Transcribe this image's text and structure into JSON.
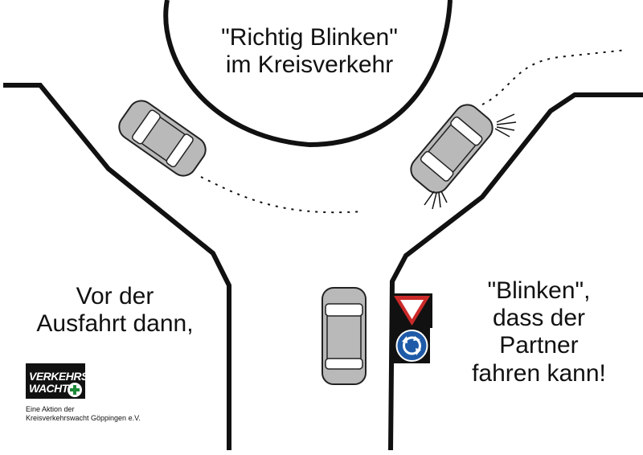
{
  "title": {
    "line1": "\"Richtig Blinken\"",
    "line2": "im Kreisverkehr"
  },
  "left_text": {
    "line1": "Vor der",
    "line2": "Ausfahrt dann,"
  },
  "right_text": {
    "line1": "\"Blinken\",",
    "line2": "dass der",
    "line3": "Partner",
    "line4": "fahren kann!"
  },
  "logo": {
    "word1": "VERKEHRS",
    "word2": "WACHT",
    "caption_line1": "Eine Aktion der",
    "caption_line2": "Kreisverkehrswacht Göppingen e.V."
  },
  "colors": {
    "road_lines": "#111111",
    "car_body": "#b9b9b9",
    "yield_red": "#cc2a2a",
    "roundabout_blue": "#1e5aa8",
    "logo_green": "#1f8a3a"
  },
  "icons": [
    "yield-sign-icon",
    "roundabout-sign-icon",
    "car-icon",
    "indicator-light-icon",
    "red-cross-icon"
  ]
}
